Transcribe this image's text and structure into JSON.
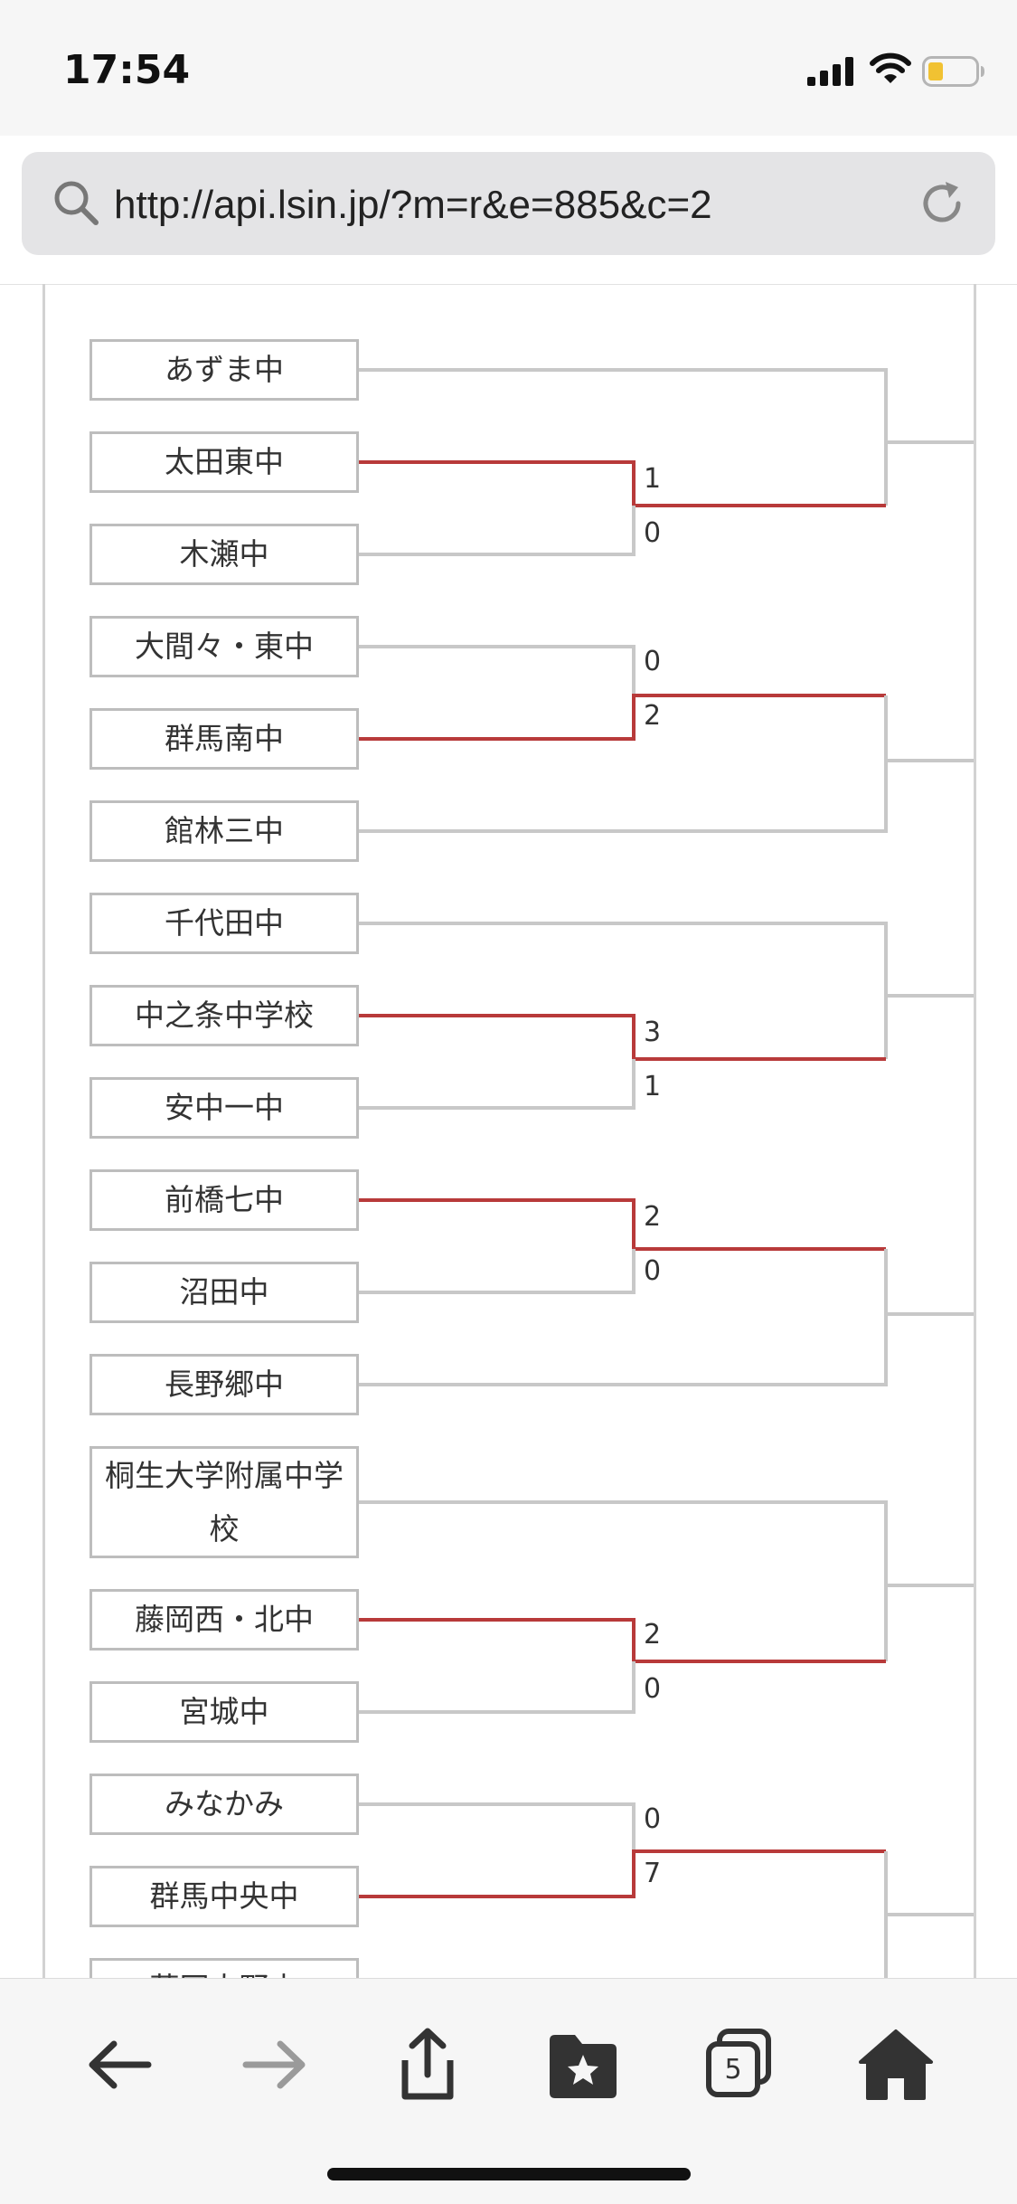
{
  "status_bar": {
    "time": "17:54"
  },
  "browser": {
    "url": "http://api.lsin.jp/?m=r&e=885&c=2",
    "tab_count": "5"
  },
  "bracket": {
    "teams": [
      "あずま中",
      "太田東中",
      "木瀬中",
      "大間々・東中",
      "群馬南中",
      "館林三中",
      "千代田中",
      "中之条中学校",
      "安中一中",
      "前橋七中",
      "沼田中",
      "長野郷中",
      "桐生大学附属中学校",
      "藤岡西・北中",
      "宮城中",
      "みなかみ",
      "群馬中央中",
      "藤岡太野中"
    ],
    "scores": [
      "1",
      "0",
      "0",
      "2",
      "3",
      "1",
      "2",
      "0",
      "2",
      "0",
      "0",
      "7"
    ]
  },
  "colors": {
    "winner_line": "#b83a3a",
    "loser_line": "#c8c8c8"
  },
  "icons": {
    "back": "arrow-left-icon",
    "forward": "arrow-right-icon",
    "share": "share-icon",
    "bookmarks": "bookmark-star-icon",
    "tabs": "tabs-icon",
    "home": "home-icon"
  }
}
